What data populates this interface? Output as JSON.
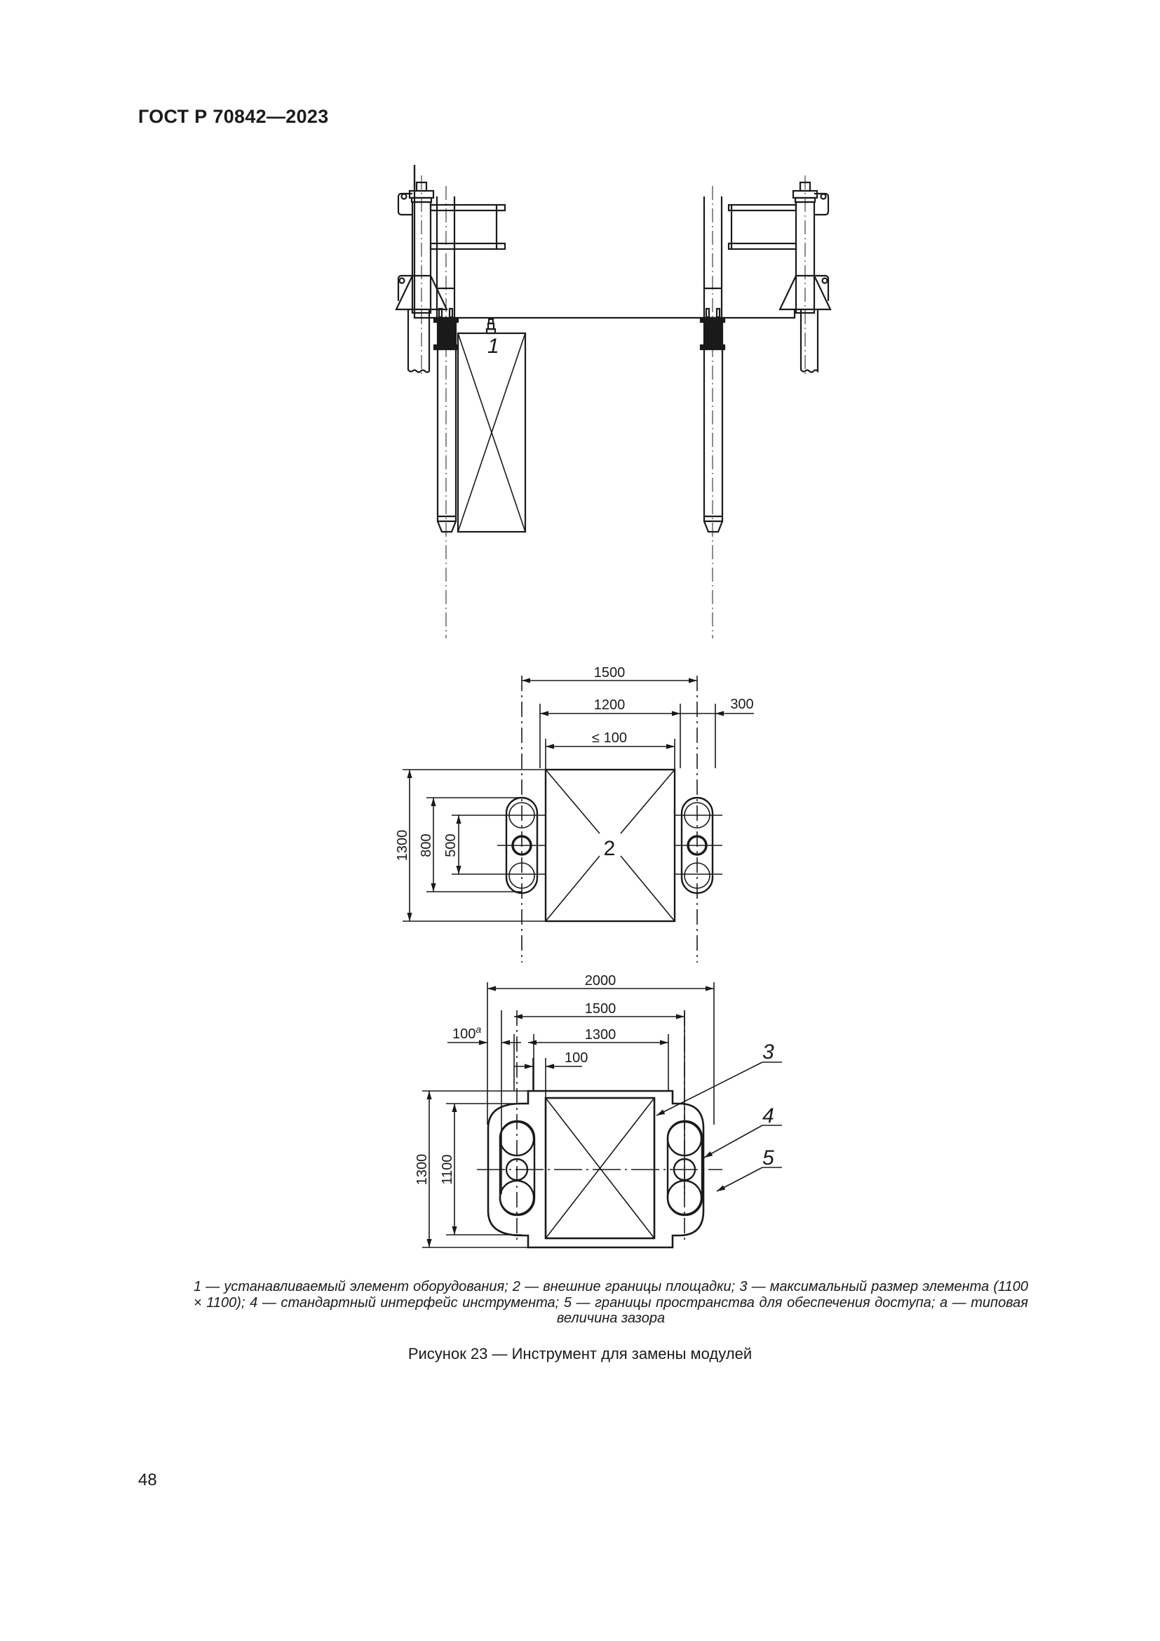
{
  "header": {
    "standard_id": "ГОСТ Р 70842—2023"
  },
  "figure": {
    "top_view": {
      "callout_1": "1"
    },
    "middle_view": {
      "callout_2": "2",
      "dimensions": {
        "outer_width": "1500",
        "inner_width": "1200",
        "gap_right": "300",
        "element_width": "≤ 100",
        "height_total": "1300",
        "height_interface": "800",
        "height_pitch": "500"
      }
    },
    "bottom_view": {
      "callouts": {
        "c3": "3",
        "c4": "4",
        "c5": "5"
      },
      "dimensions": {
        "outer_width": "2000",
        "mid_width": "1500",
        "inner_width": "1300",
        "clearance_a": "100",
        "clearance_a_sup": "a",
        "clearance": "100",
        "height_total": "1300",
        "height_inner": "1100"
      }
    }
  },
  "legend": {
    "text": "1 — устанавливаемый элемент оборудования; 2 — внешние границы площадки; 3 — максимальный размер элемента (1100 × 1100); 4 — стандартный интерфейс инструмента; 5 — границы пространства для обеспечения доступа; а — типовая величина зазора"
  },
  "caption": {
    "text": "Рисунок 23 — Инструмент для замены модулей"
  },
  "footer": {
    "page_number": "48"
  }
}
